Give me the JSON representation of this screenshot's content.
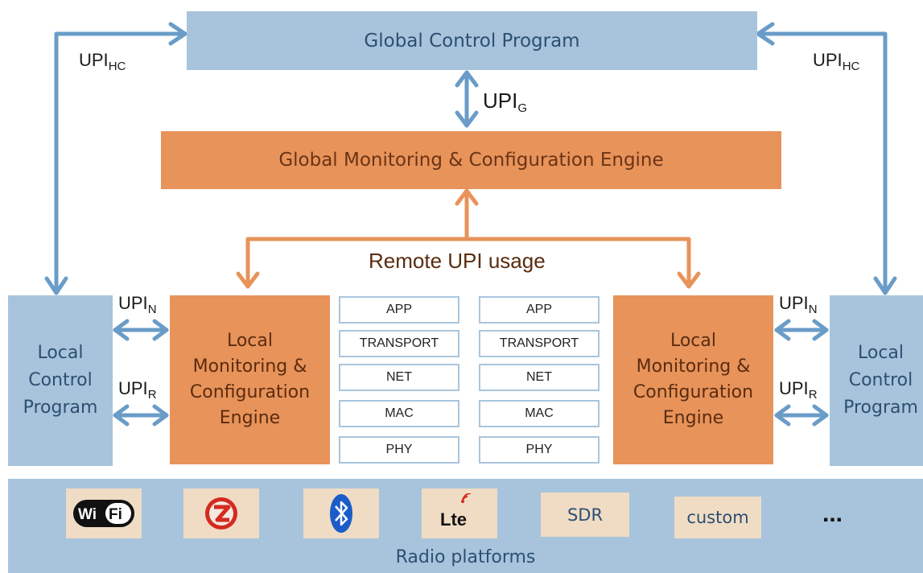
{
  "global_control": {
    "label": "Global Control Program"
  },
  "global_engine": {
    "label": "Global Monitoring & Configuration Engine"
  },
  "remote_usage": {
    "label": "Remote UPI usage"
  },
  "upi_labels": {
    "hc_left": {
      "main": "UPI",
      "sub": "HC"
    },
    "hc_right": {
      "main": "UPI",
      "sub": "HC"
    },
    "g": {
      "main": "UPI",
      "sub": "G"
    },
    "n_left": {
      "main": "UPI",
      "sub": "N"
    },
    "r_left": {
      "main": "UPI",
      "sub": "R"
    },
    "n_right": {
      "main": "UPI",
      "sub": "N"
    },
    "r_right": {
      "main": "UPI",
      "sub": "R"
    }
  },
  "left_program": {
    "line1": "Local",
    "line2": "Control",
    "line3": "Program"
  },
  "right_program": {
    "line1": "Local",
    "line2": "Control",
    "line3": "Program"
  },
  "left_engine": {
    "line1": "Local",
    "line2": "Monitoring &",
    "line3": "Configuration",
    "line4": "Engine"
  },
  "right_engine": {
    "line1": "Local",
    "line2": "Monitoring &",
    "line3": "Configuration",
    "line4": "Engine"
  },
  "stack_left": [
    "APP",
    "TRANSPORT",
    "NET",
    "MAC",
    "PHY"
  ],
  "stack_right": [
    "APP",
    "TRANSPORT",
    "NET",
    "MAC",
    "PHY"
  ],
  "radio": {
    "label": "Radio platforms",
    "tiles": {
      "wifi_text": "WiFi",
      "lte_text": "Lte",
      "sdr": "SDR",
      "custom": "custom",
      "more": "..."
    }
  },
  "colors": {
    "blue_box": "#a7c4dc",
    "orange_box": "#e8935a",
    "blue_arrow": "#6a9cc8",
    "orange_arrow": "#e8935a"
  }
}
